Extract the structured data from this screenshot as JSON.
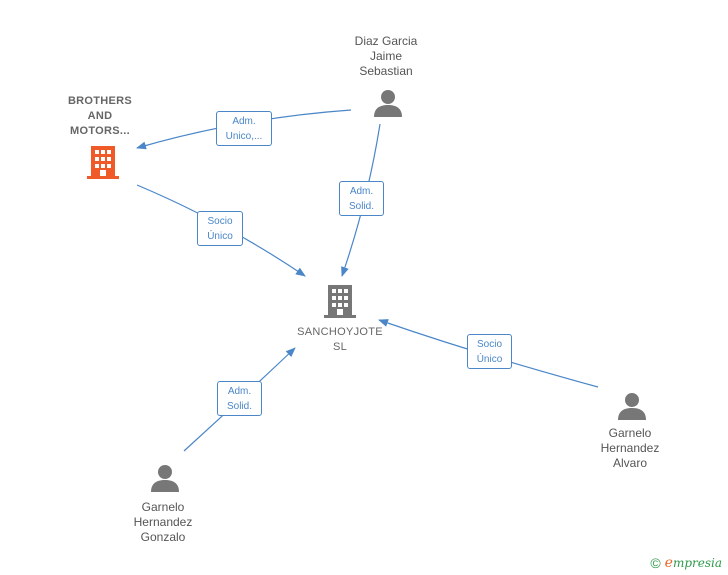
{
  "nodes": {
    "brothers": {
      "lines": [
        "BROTHERS",
        "AND",
        "MOTORS..."
      ],
      "icon": "building-icon",
      "color": "#f05a28"
    },
    "sanchoyjote": {
      "lines": [
        "SANCHOYJOTE",
        "SL"
      ],
      "icon": "building-icon",
      "color": "#777777"
    },
    "diaz": {
      "lines": [
        "Diaz Garcia",
        "Jaime",
        "Sebastian"
      ],
      "icon": "person-icon",
      "color": "#777777"
    },
    "alvaro": {
      "lines": [
        "Garnelo",
        "Hernandez",
        "Alvaro"
      ],
      "icon": "person-icon",
      "color": "#777777"
    },
    "gonzalo": {
      "lines": [
        "Garnelo",
        "Hernandez",
        "Gonzalo"
      ],
      "icon": "person-icon",
      "color": "#777777"
    }
  },
  "edges": {
    "diaz_brothers": [
      "Adm.",
      "Unico,..."
    ],
    "diaz_sancho": [
      "Adm.",
      "Solid."
    ],
    "brothers_sancho": [
      "Socio",
      "Único"
    ],
    "alvaro_sancho": [
      "Socio",
      "Único"
    ],
    "gonzalo_sancho": [
      "Adm.",
      "Solid."
    ]
  },
  "edge_color": "#4a86c8",
  "footer": {
    "copyright": "©",
    "brand_initial": "e",
    "brand_rest": "mpresia"
  }
}
